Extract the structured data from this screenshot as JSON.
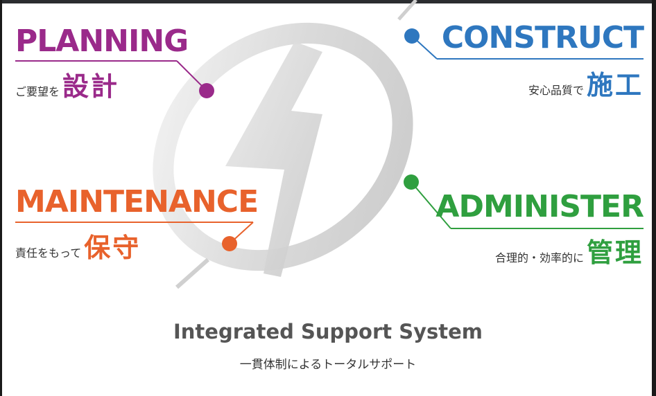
{
  "colors": {
    "planning": "#9a2a8a",
    "construct": "#2e77bf",
    "maintenance": "#e8622c",
    "administer": "#2f9f3f",
    "tagline": "#555555"
  },
  "sections": {
    "planning": {
      "title": "PLANNING",
      "small": "ご要望を",
      "big": "設計"
    },
    "construct": {
      "title": "CONSTRUCT",
      "small": "安心品質で",
      "big": "施工"
    },
    "maintenance": {
      "title": "MAINTENANCE",
      "small": "責任をもって",
      "big": "保守"
    },
    "administer": {
      "title": "ADMINISTER",
      "small": "合理的・効率的に",
      "big": "管理"
    }
  },
  "footer": {
    "title": "Integrated Support System",
    "subtitle": "一貫体制によるトータルサポート"
  }
}
